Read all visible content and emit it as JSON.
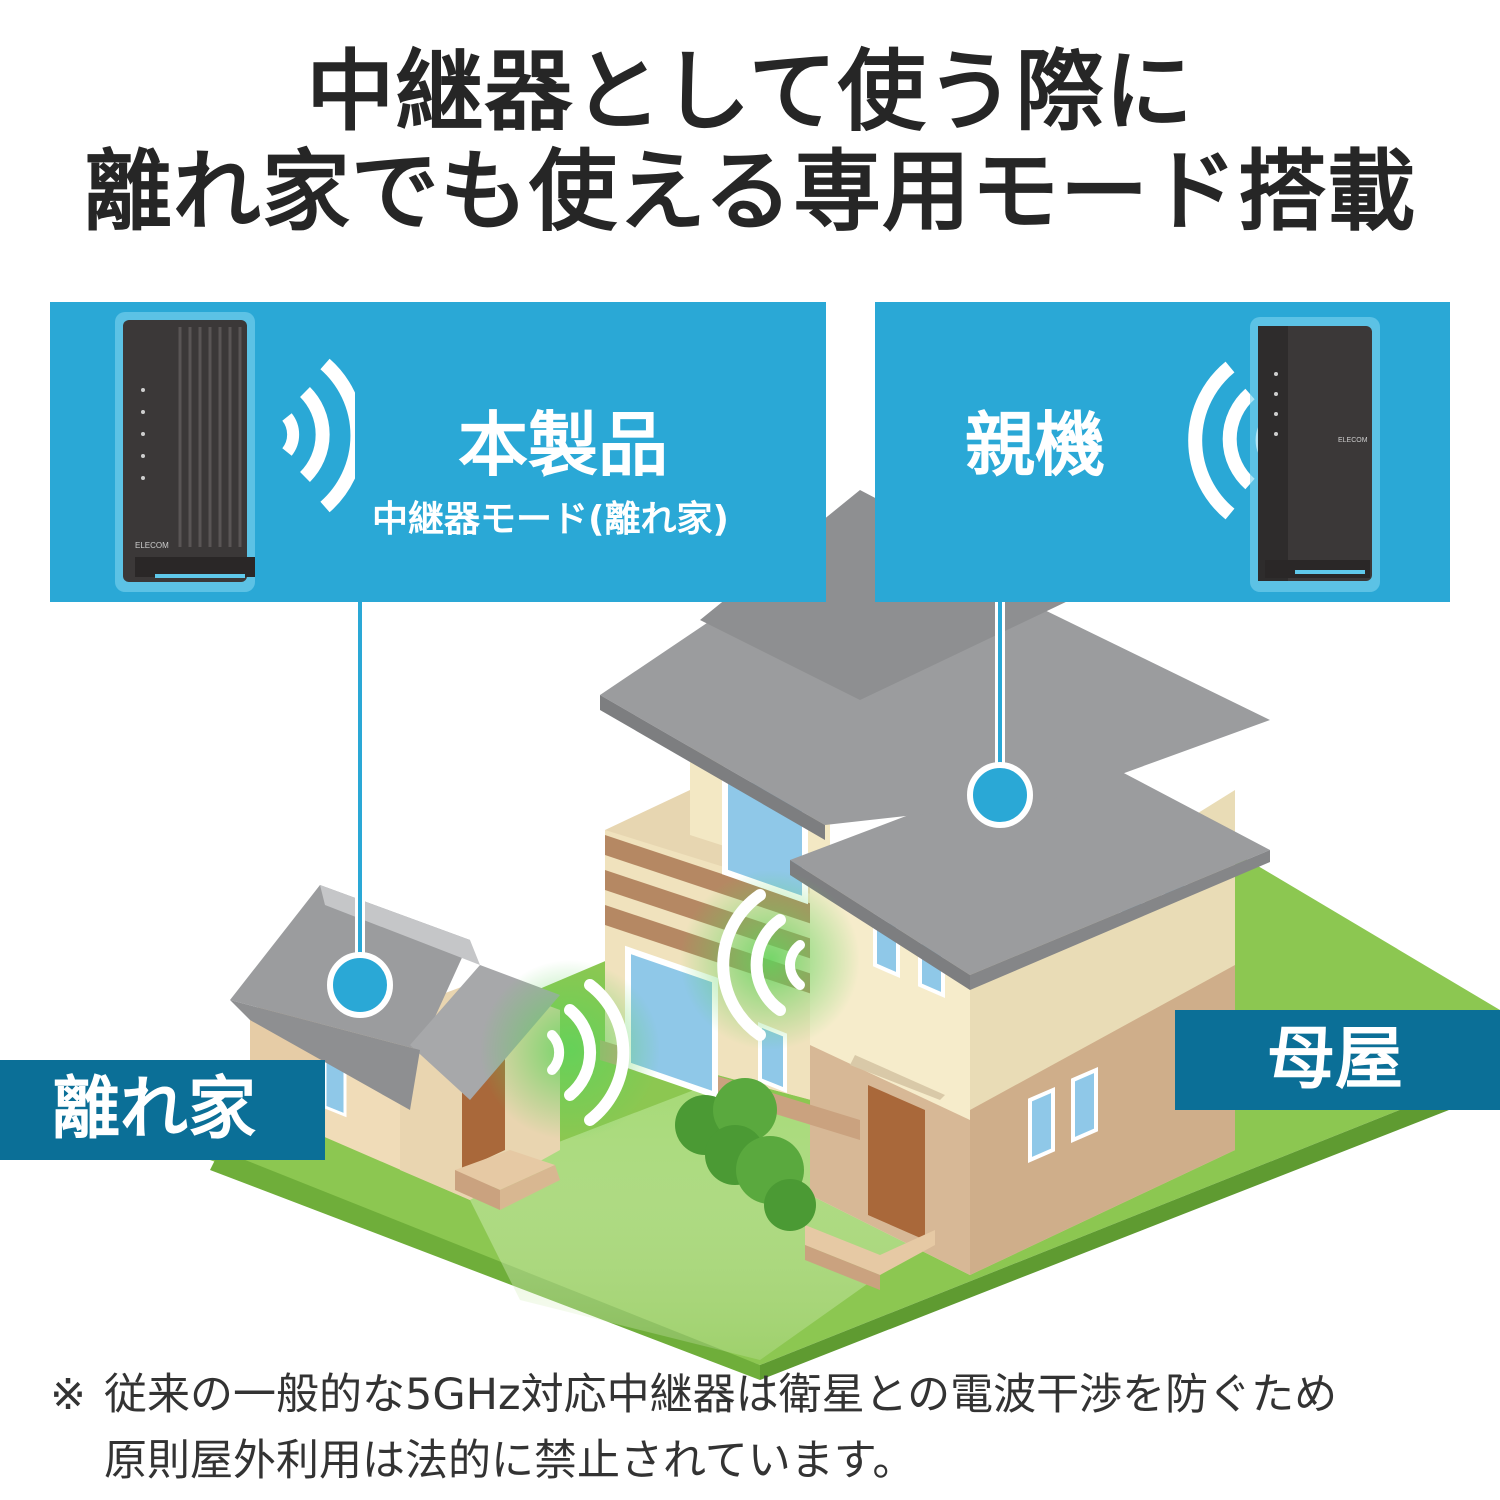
{
  "headline": {
    "line1": "中継器として使う際に",
    "line2": "離れ家でも使える専用モード搭載"
  },
  "product_panel": {
    "title": "本製品",
    "subtitle": "中継器モード(離れ家)",
    "device_brand": "ELECOM"
  },
  "parent_panel": {
    "title": "親機",
    "device_brand": "ELECOM"
  },
  "labels": {
    "annex": "離れ家",
    "main_house": "母屋"
  },
  "note": {
    "mark": "※",
    "line1": "従来の一般的な5GHz対応中継器は衛星との電波干渉を防ぐため",
    "line2": "原則屋外利用は法的に禁止されています。"
  },
  "colors": {
    "panel_blue": "#2aa8d6",
    "tag_blue": "#0b6f97",
    "lawn": "#8cc751",
    "roof": "#9b9c9e",
    "wall_cream": "#f3e8c4",
    "wall_tan": "#d7b896",
    "signal_glow": "#5fd35a"
  }
}
